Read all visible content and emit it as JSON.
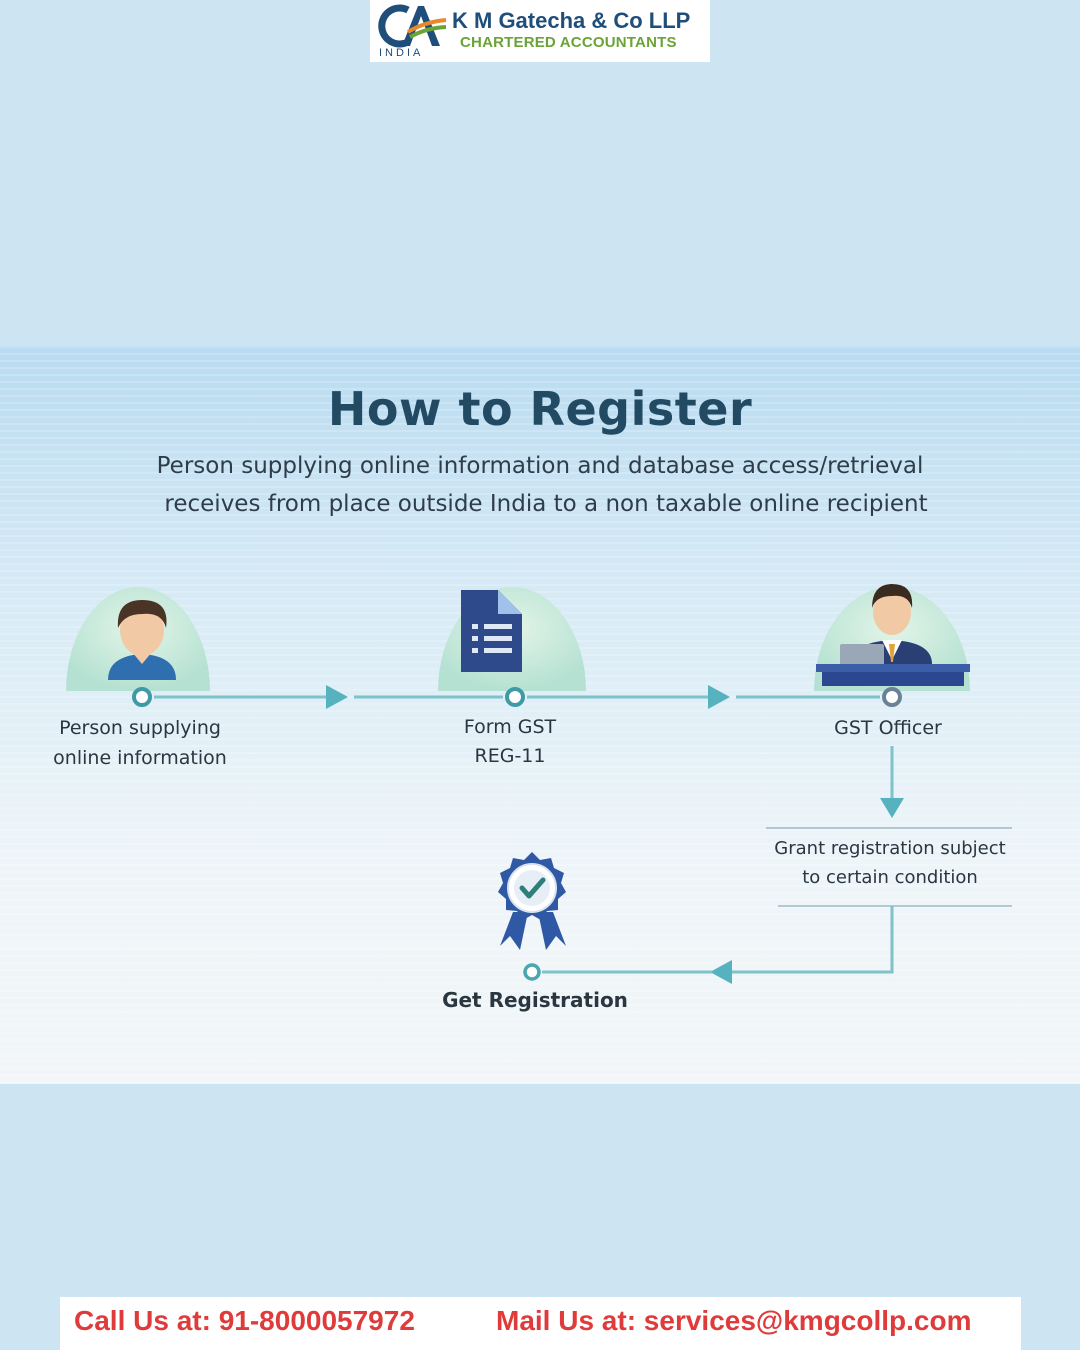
{
  "logo": {
    "firm_name": "K M Gatecha & Co LLP",
    "tagline": "CHARTERED ACCOUNTANTS",
    "ca_mark": "CA",
    "ca_country": "INDIA"
  },
  "diagram": {
    "title": "How to Register",
    "subtitle_line1": "Person supplying online information and database access/retrieval",
    "subtitle_line2": "receives from place outside India to a non taxable online recipient",
    "nodes": [
      {
        "id": "person",
        "label_line1": "Person supplying",
        "label_line2": "online information",
        "icon": "person-icon"
      },
      {
        "id": "form",
        "label_line1": "Form GST",
        "label_line2": "REG-11",
        "icon": "document-icon"
      },
      {
        "id": "officer",
        "label": "GST Officer",
        "icon": "officer-at-desk-icon"
      },
      {
        "id": "grant",
        "label_line1": "Grant registration subject",
        "label_line2": "to certain condition"
      },
      {
        "id": "registration",
        "label": "Get Registration",
        "icon": "certificate-badge-icon"
      }
    ],
    "colors": {
      "connector": "#7cc3ca",
      "arrow": "#56b2bf",
      "title": "#234a63",
      "icon_navy": "#2f4a8a"
    }
  },
  "footer": {
    "call": "Call Us at: 91-8000057972",
    "mail": "Mail Us at: services@kmgcollp.com",
    "text_color": "#e03b3b"
  }
}
